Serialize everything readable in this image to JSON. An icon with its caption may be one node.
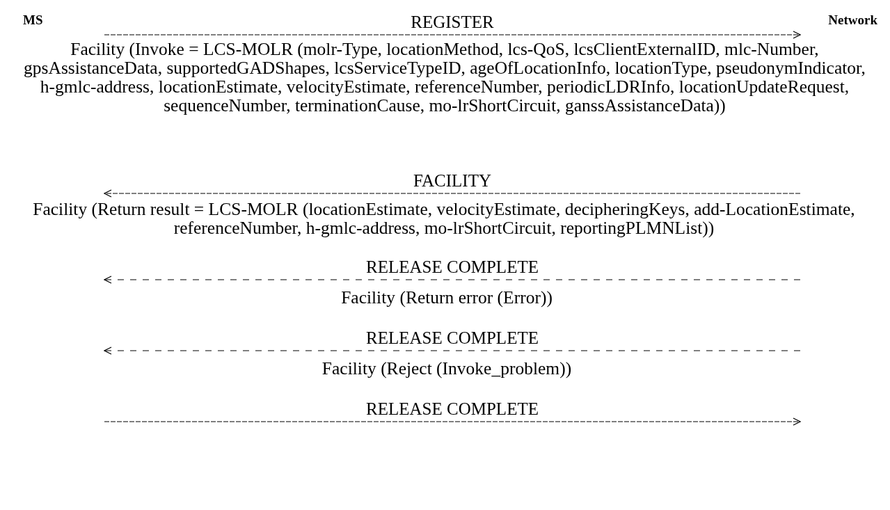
{
  "diagram": {
    "labels": [
      "MS",
      "Network",
      "REGISTER",
      "Facility (Invoke = LCS-MOLR (molr-Type, locationMethod, lcs-QoS, lcsClientExternalID, mlc-Number, gpsAssistanceData, supportedGADShapes, lcsServiceTypeID, ageOfLocationInfo, locationType, pseudonymIndicator, h-gmlc-address, locationEstimate, velocityEstimate, referenceNumber, periodicLDRInfo, locationUpdateRequest, sequenceNumber, terminationCause, mo-lrShortCircuit, ganssAssistanceData))",
      "FACILITY",
      "Facility (Return result = LCS-MOLR (locationEstimate, velocityEstimate, decipheringKeys, add-LocationEstimate, referenceNumber, h-gmlc-address, mo-lrShortCircuit, reportingPLMNList))",
      "RELEASE COMPLETE",
      "Facility (Return error (Error))",
      "RELEASE COMPLETE",
      "Facility (Reject (Invoke_problem))",
      "RELEASE COMPLETE"
    ]
  }
}
